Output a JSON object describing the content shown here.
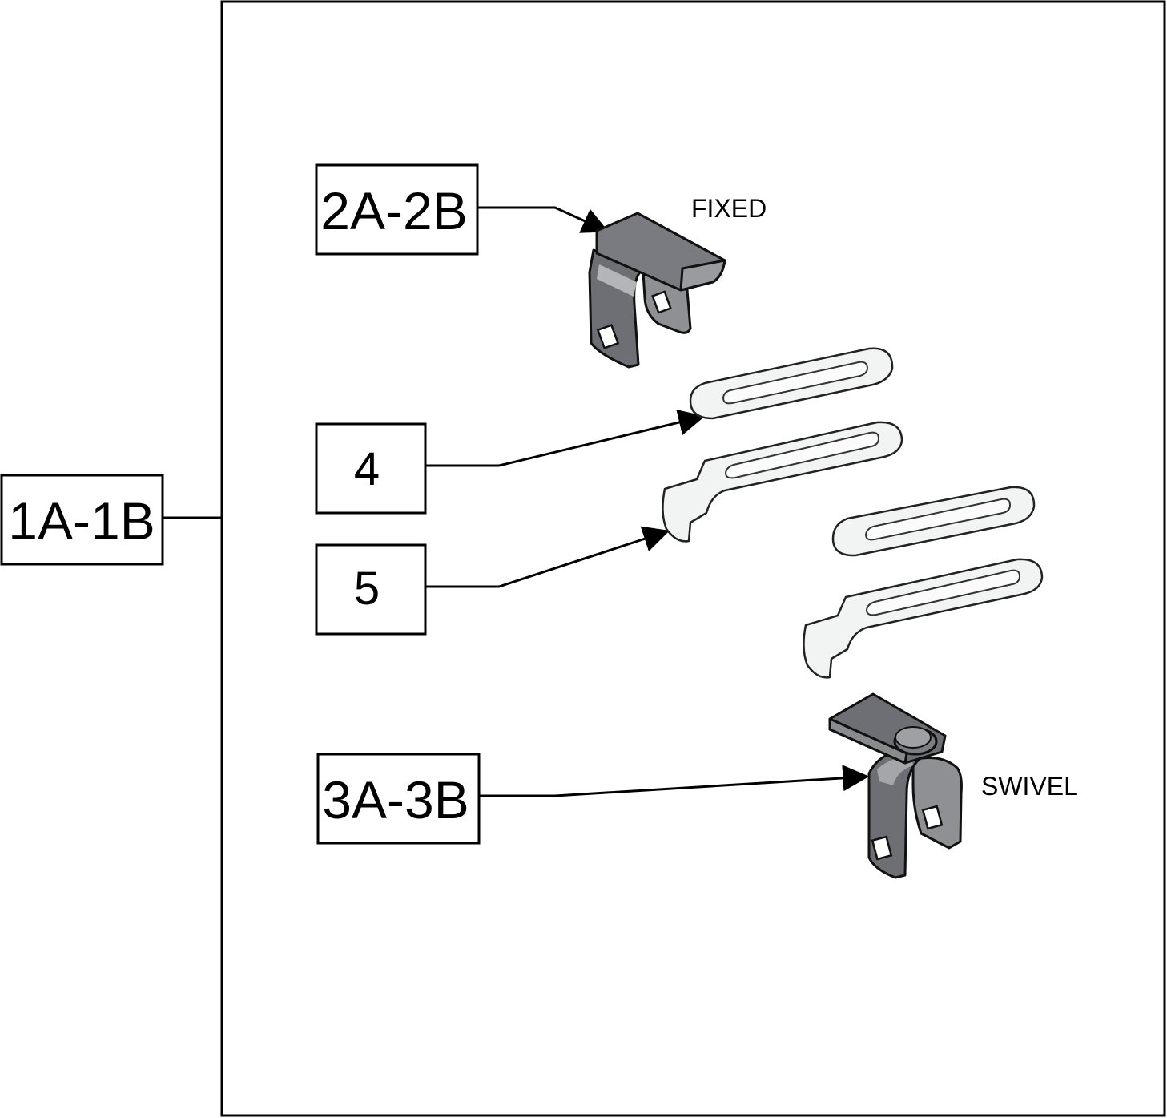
{
  "callouts": {
    "assembly": "1A-1B",
    "fixed_bracket": "2A-2B",
    "swivel_bracket": "3A-3B",
    "flat_strap": "4",
    "hooked_strap": "5"
  },
  "notes": {
    "fixed": "FIXED",
    "swivel": "SWIVEL"
  },
  "colors": {
    "bracket_dark": "#6e6f74",
    "bracket_mid": "#8f9094",
    "bracket_light": "#b4b5b8",
    "strap_fill": "#f2f4f4",
    "line": "#000000"
  }
}
